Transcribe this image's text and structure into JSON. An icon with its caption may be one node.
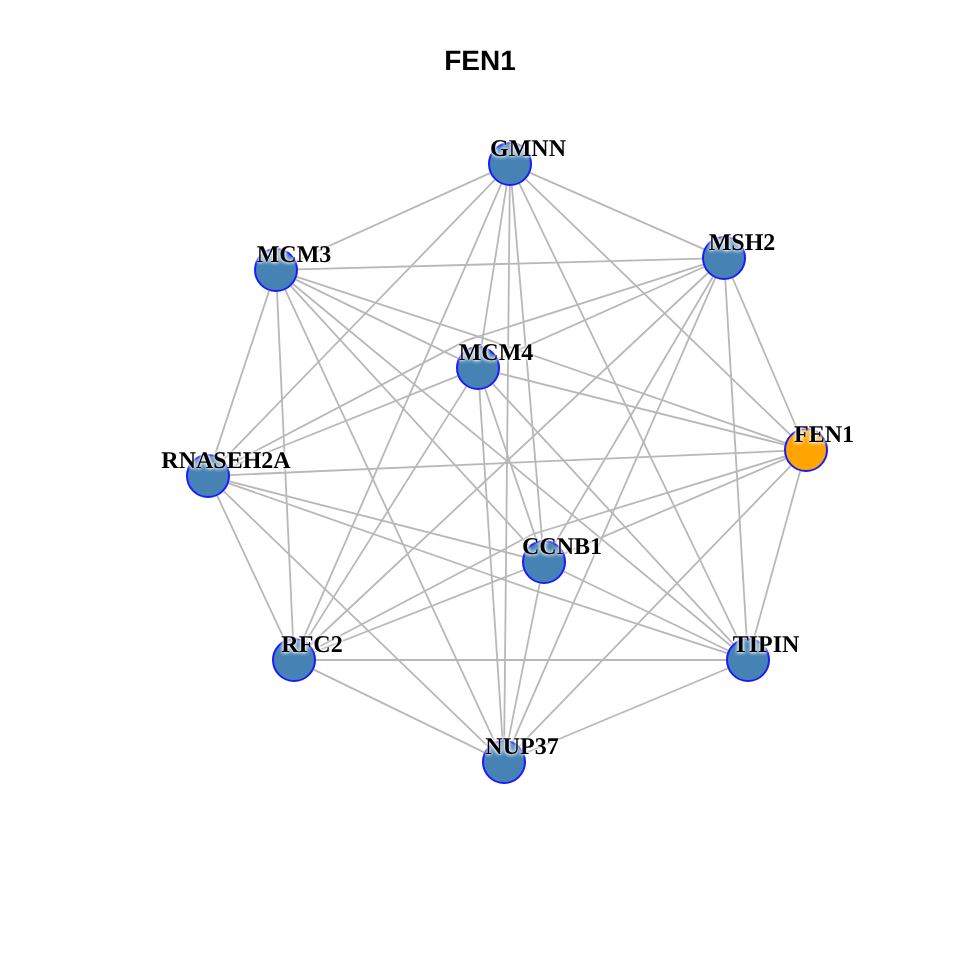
{
  "diagram": {
    "title": "FEN1",
    "nodes": [
      {
        "text": [
          "GMNN"
        ]
      },
      {
        "text": [
          "MCM3"
        ]
      },
      {
        "text": [
          "MSH2"
        ]
      },
      {
        "text": [
          "MCM4"
        ]
      },
      {
        "text": [
          "RNASEH2A"
        ]
      },
      {
        "text": [
          "FEN1"
        ]
      },
      {
        "text": [
          "CCNB1"
        ]
      },
      {
        "text": [
          "RFC2"
        ]
      },
      {
        "text": [
          "TIPIN"
        ]
      },
      {
        "text": [
          "NUP37"
        ]
      }
    ],
    "edges": [
      {
        "from": 0,
        "to": 1,
        "arrow": "none"
      },
      {
        "from": 0,
        "to": 2,
        "arrow": "none"
      },
      {
        "from": 0,
        "to": 3,
        "arrow": "none"
      },
      {
        "from": 0,
        "to": 4,
        "arrow": "none"
      },
      {
        "from": 0,
        "to": 5,
        "arrow": "none"
      },
      {
        "from": 0,
        "to": 6,
        "arrow": "none"
      },
      {
        "from": 0,
        "to": 7,
        "arrow": "none"
      },
      {
        "from": 0,
        "to": 8,
        "arrow": "none"
      },
      {
        "from": 0,
        "to": 9,
        "arrow": "none"
      },
      {
        "from": 1,
        "to": 2,
        "arrow": "none"
      },
      {
        "from": 1,
        "to": 3,
        "arrow": "none"
      },
      {
        "from": 1,
        "to": 4,
        "arrow": "none"
      },
      {
        "from": 1,
        "to": 5,
        "arrow": "none"
      },
      {
        "from": 1,
        "to": 6,
        "arrow": "none"
      },
      {
        "from": 1,
        "to": 7,
        "arrow": "none"
      },
      {
        "from": 1,
        "to": 8,
        "arrow": "none"
      },
      {
        "from": 1,
        "to": 9,
        "arrow": "none"
      },
      {
        "from": 2,
        "to": 3,
        "arrow": "none"
      },
      {
        "from": 2,
        "to": 4,
        "arrow": "none"
      },
      {
        "from": 2,
        "to": 5,
        "arrow": "none"
      },
      {
        "from": 2,
        "to": 6,
        "arrow": "none"
      },
      {
        "from": 2,
        "to": 7,
        "arrow": "none"
      },
      {
        "from": 2,
        "to": 8,
        "arrow": "none"
      },
      {
        "from": 2,
        "to": 9,
        "arrow": "none"
      },
      {
        "from": 3,
        "to": 4,
        "arrow": "none"
      },
      {
        "from": 3,
        "to": 5,
        "arrow": "none"
      },
      {
        "from": 3,
        "to": 6,
        "arrow": "none"
      },
      {
        "from": 3,
        "to": 7,
        "arrow": "none"
      },
      {
        "from": 3,
        "to": 8,
        "arrow": "none"
      },
      {
        "from": 3,
        "to": 9,
        "arrow": "none"
      },
      {
        "from": 4,
        "to": 5,
        "arrow": "none"
      },
      {
        "from": 4,
        "to": 6,
        "arrow": "none"
      },
      {
        "from": 4,
        "to": 7,
        "arrow": "none"
      },
      {
        "from": 4,
        "to": 8,
        "arrow": "none"
      },
      {
        "from": 4,
        "to": 9,
        "arrow": "none"
      },
      {
        "from": 5,
        "to": 6,
        "arrow": "none"
      },
      {
        "from": 5,
        "to": 7,
        "arrow": "none"
      },
      {
        "from": 5,
        "to": 8,
        "arrow": "none"
      },
      {
        "from": 5,
        "to": 9,
        "arrow": "none"
      },
      {
        "from": 6,
        "to": 7,
        "arrow": "none"
      },
      {
        "from": 6,
        "to": 8,
        "arrow": "none"
      },
      {
        "from": 6,
        "to": 9,
        "arrow": "none"
      },
      {
        "from": 7,
        "to": 8,
        "arrow": "none"
      },
      {
        "from": 7,
        "to": 9,
        "arrow": "none"
      },
      {
        "from": 8,
        "to": 9,
        "arrow": "none"
      }
    ]
  }
}
